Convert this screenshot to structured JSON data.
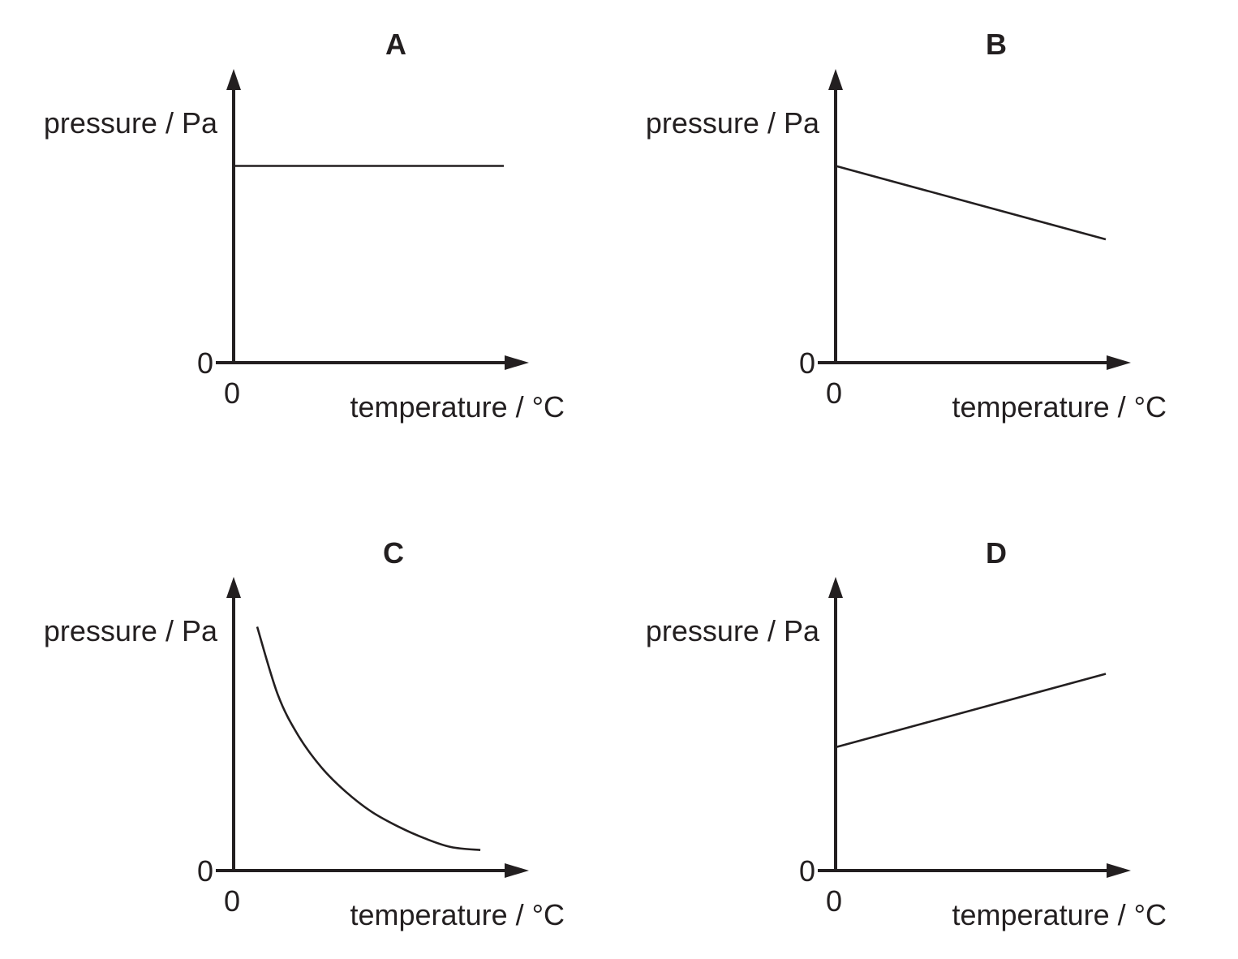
{
  "chart_data": [
    {
      "title": "A",
      "type": "line",
      "xlabel": "temperature / °C",
      "ylabel": "pressure / Pa",
      "x_origin_label": "0",
      "y_origin_label": "0",
      "xlim": [
        0,
        1
      ],
      "ylim": [
        0,
        1
      ],
      "series": [
        {
          "x": [
            0,
            0.92
          ],
          "y": [
            0.67,
            0.67
          ]
        }
      ],
      "grid": false
    },
    {
      "title": "B",
      "type": "line",
      "xlabel": "temperature / °C",
      "ylabel": "pressure / Pa",
      "x_origin_label": "0",
      "y_origin_label": "0",
      "xlim": [
        0,
        1
      ],
      "ylim": [
        0,
        1
      ],
      "series": [
        {
          "x": [
            0,
            0.92
          ],
          "y": [
            0.67,
            0.42
          ]
        }
      ],
      "grid": false
    },
    {
      "title": "C",
      "type": "line",
      "xlabel": "temperature / °C",
      "ylabel": "pressure / Pa",
      "x_origin_label": "0",
      "y_origin_label": "0",
      "xlim": [
        0,
        1
      ],
      "ylim": [
        0,
        1
      ],
      "series": [
        {
          "x": [
            0.08,
            0.15,
            0.22,
            0.3,
            0.38,
            0.47,
            0.56,
            0.65,
            0.74,
            0.84
          ],
          "y": [
            0.83,
            0.6,
            0.46,
            0.35,
            0.27,
            0.2,
            0.15,
            0.11,
            0.08,
            0.07
          ]
        }
      ],
      "grid": false
    },
    {
      "title": "D",
      "type": "line",
      "xlabel": "temperature / °C",
      "ylabel": "pressure / Pa",
      "x_origin_label": "0",
      "y_origin_label": "0",
      "xlim": [
        0,
        1
      ],
      "ylim": [
        0,
        1
      ],
      "series": [
        {
          "x": [
            0,
            0.92
          ],
          "y": [
            0.42,
            0.67
          ]
        }
      ],
      "grid": false
    }
  ]
}
